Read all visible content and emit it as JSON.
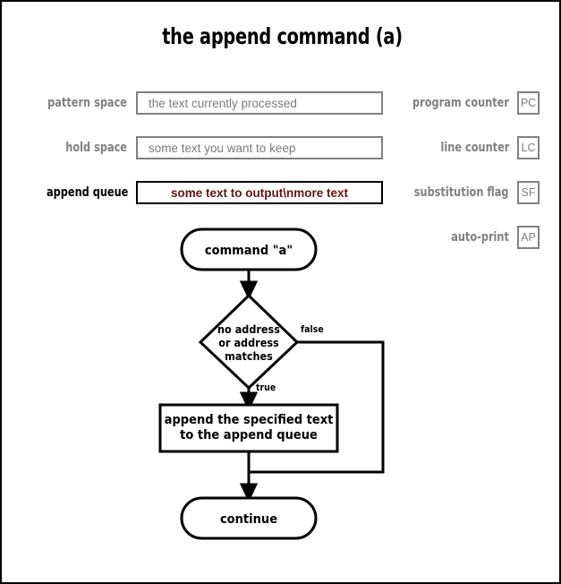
{
  "page": {
    "title": "the append command (a)",
    "border_color": "#000000",
    "background": "#ffffff"
  },
  "registers": [
    {
      "name": "pattern-space",
      "label": "pattern space",
      "value": "the text currently processed",
      "active": false,
      "text_color": "#7a7a7a",
      "border_color": "#808080"
    },
    {
      "name": "hold-space",
      "label": "hold space",
      "value": "some text you want to keep",
      "active": false,
      "text_color": "#7a7a7a",
      "border_color": "#808080"
    },
    {
      "name": "append-queue",
      "label": "append queue",
      "value": "some text to output\\nmore text",
      "active": true,
      "text_color": "#6b1111",
      "border_color": "#000000"
    }
  ],
  "flags": [
    {
      "name": "program-counter",
      "label": "program counter",
      "abbr": "PC",
      "color": "#808080"
    },
    {
      "name": "line-counter",
      "label": "line counter",
      "abbr": "LC",
      "color": "#808080"
    },
    {
      "name": "substitution-flag",
      "label": "substitution flag",
      "abbr": "SF",
      "color": "#808080"
    },
    {
      "name": "auto-print",
      "label": "auto-print",
      "abbr": "AP",
      "color": "#808080"
    }
  ],
  "flowchart": {
    "type": "flowchart",
    "start_node": "command \"a\"",
    "decision": {
      "line1": "no address",
      "line2": "or address",
      "line3": "matches"
    },
    "edge_false": "false",
    "edge_true": "true",
    "process": {
      "line1": "append the specified text",
      "line2": "to the append queue"
    },
    "end_node": "continue"
  }
}
